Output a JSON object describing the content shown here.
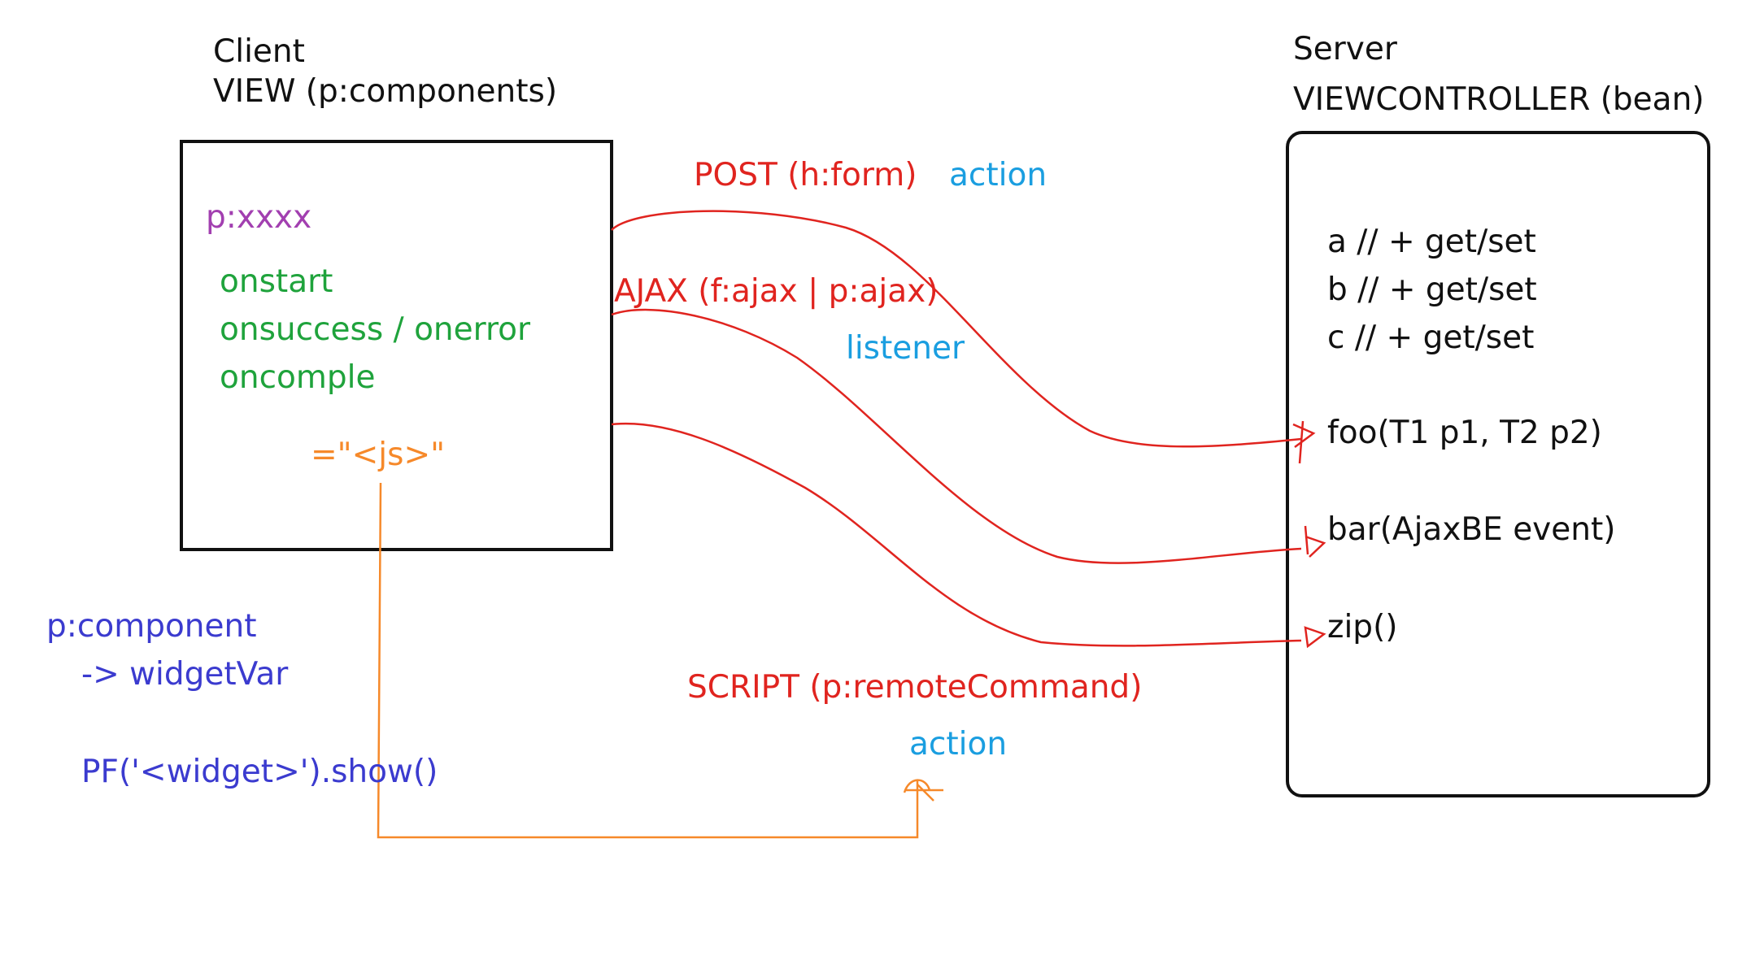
{
  "client": {
    "title": "Client",
    "subtitle": "VIEW (p:components)",
    "component": "p:xxxx",
    "events": [
      "onstart",
      "onsuccess / onerror",
      "oncomple"
    ],
    "js_value": "=\"<js>\""
  },
  "server": {
    "title": "Server",
    "subtitle": "VIEWCONTROLLER (bean)",
    "properties": [
      "a // + get/set",
      "b // + get/set",
      "c // + get/set"
    ],
    "methods": [
      "foo(T1 p1, T2 p2)",
      "bar(AjaxBE event)",
      "zip()"
    ]
  },
  "connections": {
    "post": {
      "label": "POST (h:form)",
      "kind": "action"
    },
    "ajax": {
      "label": "AJAX (f:ajax | p:ajax)",
      "kind": "listener"
    },
    "script": {
      "label": "SCRIPT (p:remoteCommand)",
      "kind": "action"
    }
  },
  "widget_note": {
    "line1": "p:component",
    "line2": "-> widgetVar",
    "line3": "PF('<widget>').show()"
  },
  "colors": {
    "red": "#e0241f",
    "orange": "#f6892a",
    "blue": "#1a9ee0",
    "green": "#1fa33c",
    "purple": "#a23fb0",
    "indigo": "#3b3bcf"
  }
}
